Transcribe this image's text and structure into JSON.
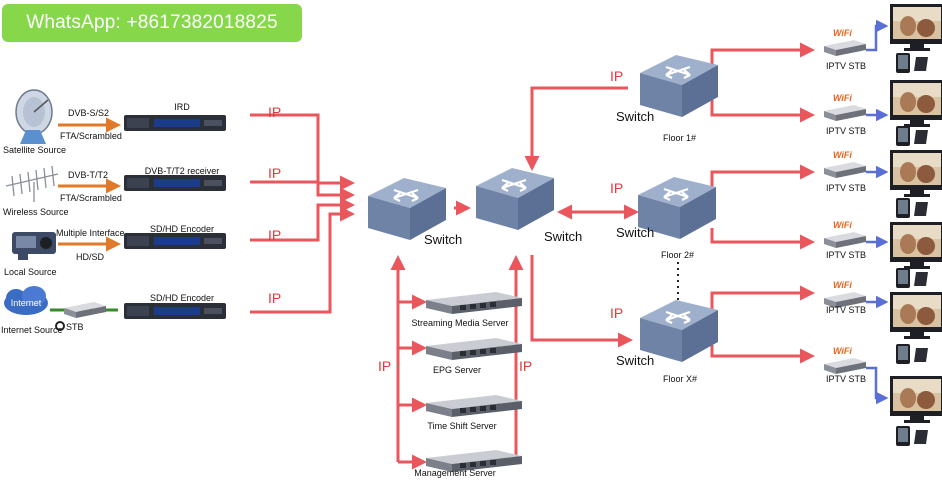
{
  "watermark": {
    "text": "WhatsApp: +8617382018825"
  },
  "sources": [
    {
      "name": "Satellite Source",
      "top_label": "DVB-S/S2",
      "bottom_label": "FTA/Scrambled",
      "device": "IRD"
    },
    {
      "name": "Wireless Source",
      "top_label": "DVB-T/T2",
      "bottom_label": "FTA/Scrambled",
      "device": "DVB-T/T2 receiver"
    },
    {
      "name": "Local Source",
      "top_label": "Multiple Interface",
      "bottom_label": "HD/SD",
      "device": "SD/HD Encoder"
    },
    {
      "name": "Internet Source",
      "top_label": "",
      "bottom_label": "STB",
      "device": "SD/HD Encoder",
      "cloud_text": "Internet"
    }
  ],
  "ip_label": "IP",
  "switch_label": "Switch",
  "servers": [
    "Streaming Media Server",
    "EPG Server",
    "Time Shift Server",
    "Management Server"
  ],
  "floors": [
    "Floor 1#",
    "Floor 2#",
    "Floor X#"
  ],
  "stb_label": "IPTV STB",
  "wifi_label": "WiFi",
  "colors": {
    "ip_arrow": "#e8484f",
    "source_arrow": "#e07a2a",
    "stb_link": "#5a6fd6",
    "switch_body": "#7f93b3",
    "badge": "#86d84a"
  }
}
